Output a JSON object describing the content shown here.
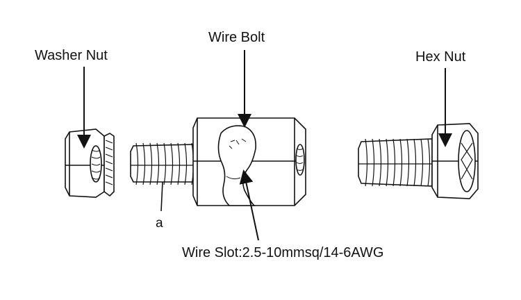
{
  "labels": {
    "washer_nut": "Washer Nut",
    "wire_bolt": "Wire Bolt",
    "hex_nut": "Hex Nut",
    "part_a": "a",
    "wire_slot": "Wire Slot:2.5-10mmsq/14-6AWG"
  },
  "colors": {
    "line": "#111111",
    "fill": "#ffffff",
    "shade": "#d9d9d9"
  }
}
